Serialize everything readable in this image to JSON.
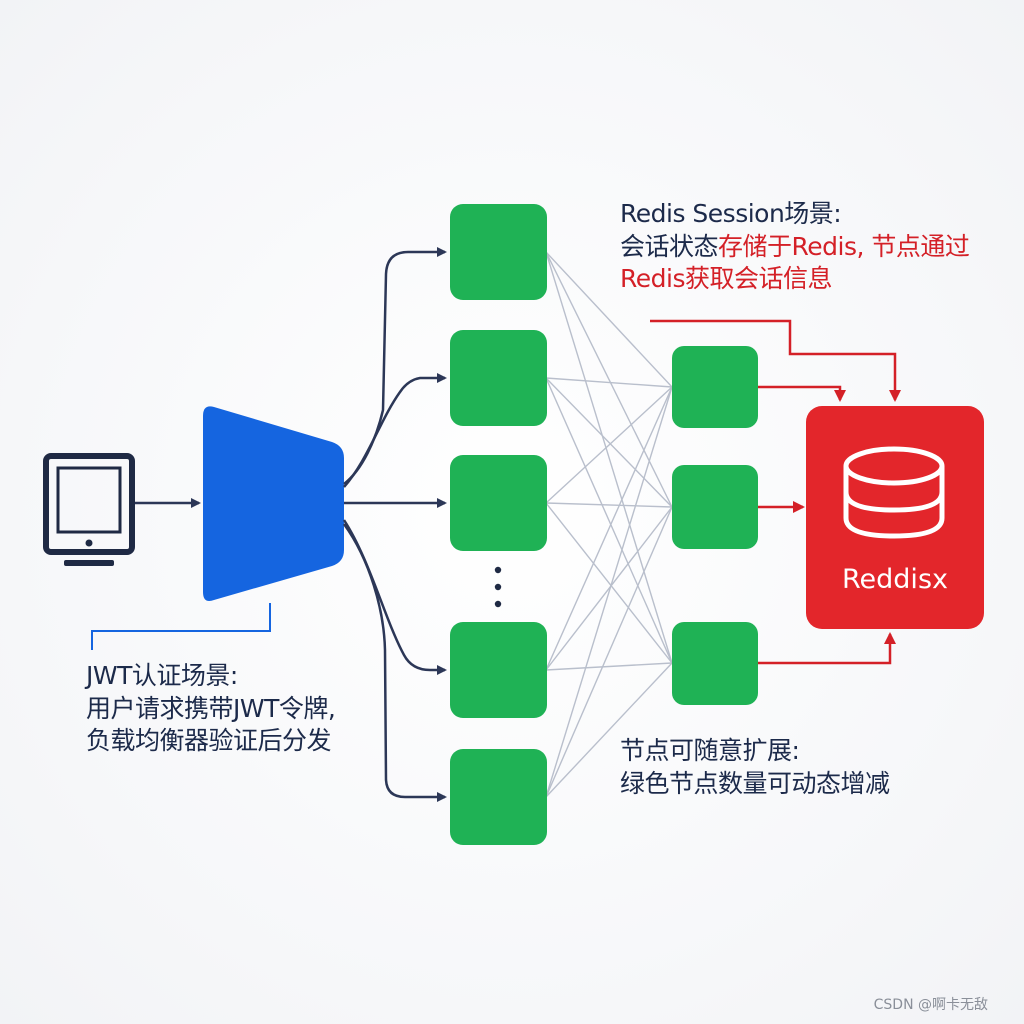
{
  "jwt_note": {
    "title": "JWT认证场景:",
    "line1": "用户请求携带JWT令牌,",
    "line2": "负载均衡器验证后分发"
  },
  "session_note": {
    "title": "Redis Session场景:",
    "line1_dark": "会话状态",
    "line1_red": "存储于Redis, 节点通过",
    "line2": "Redis获取会话信息"
  },
  "scale_note": {
    "title": "节点可随意扩展:",
    "line1": "绿色节点数量可动态增减"
  },
  "redis_store": {
    "label": "Reddisx"
  },
  "watermark": "CSDN @啊卡无敌",
  "colors": {
    "client": "#1f2a44",
    "load_balancer": "#1565e0",
    "node_green": "#1fb255",
    "redis_red": "#e3262b",
    "arrow_dark": "#2c3757",
    "arrow_red": "#d42027",
    "mesh_line": "#b9bfcc"
  }
}
